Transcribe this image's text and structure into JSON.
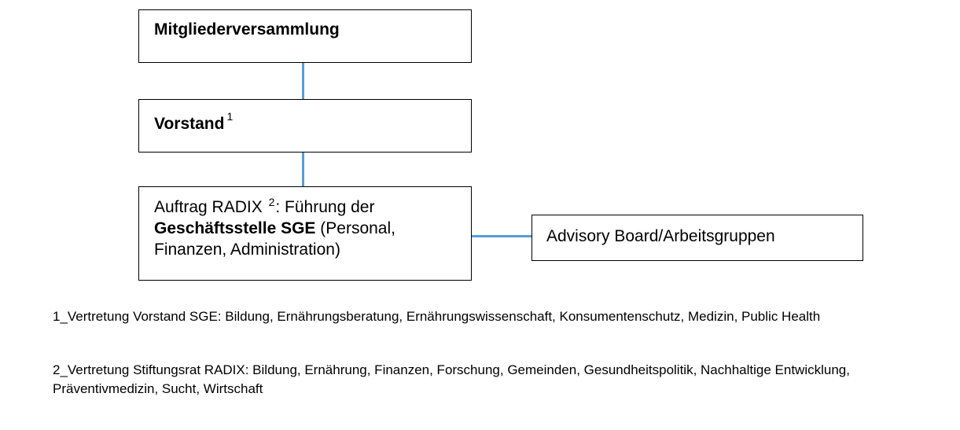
{
  "diagram": {
    "nodes": [
      {
        "id": "mitgliederversammlung",
        "title": "Mitgliederversammlung"
      },
      {
        "id": "vorstand",
        "title": "Vorstand",
        "sup": "1"
      },
      {
        "id": "geschaeftsstelle",
        "text_1": "Auftrag RADIX ",
        "sup": "2",
        "text_2": ": Führung der",
        "bold": "Geschäftsstelle SGE",
        "text_3": " (Personal, Finanzen, Administration)"
      },
      {
        "id": "advisory-board",
        "title": "Advisory Board/Arbeitsgruppen"
      }
    ],
    "edges": [
      {
        "from": "mitgliederversammlung",
        "to": "vorstand"
      },
      {
        "from": "vorstand",
        "to": "geschaeftsstelle"
      },
      {
        "from": "geschaeftsstelle",
        "to": "advisory-board"
      }
    ],
    "colors": {
      "connector": "#5b9bd5",
      "border": "#000000"
    }
  },
  "footnotes": [
    "1_Vertretung Vorstand SGE: Bildung, Ernährungsberatung, Ernährungswissenschaft, Konsumentenschutz, Medizin, Public Health",
    "2_Vertretung Stiftungsrat RADIX: Bildung, Ernährung, Finanzen, Forschung, Gemeinden, Gesundheitspolitik, Nachhaltige Entwicklung, Präventivmedizin, Sucht, Wirtschaft"
  ]
}
